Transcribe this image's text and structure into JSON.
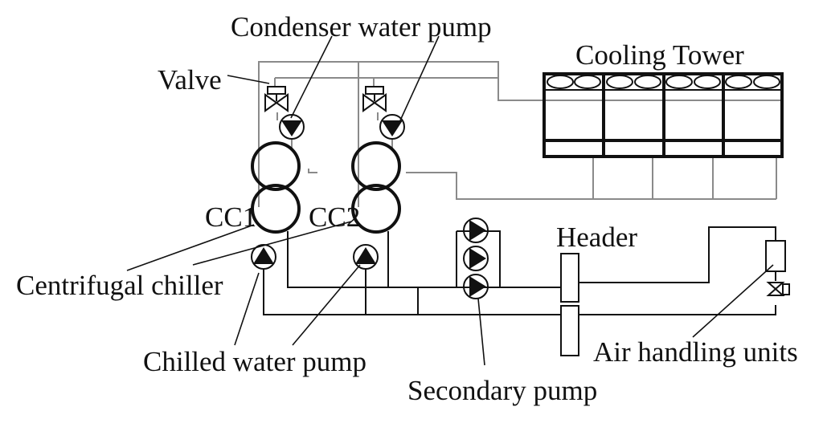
{
  "labels": {
    "condenser_water_pump": "Condenser water pump",
    "cooling_tower": "Cooling Tower",
    "valve": "Valve",
    "cc1": "CC1",
    "cc2": "CC2",
    "header": "Header",
    "centrifugal_chiller": "Centrifugal chiller",
    "chilled_water_pump": "Chilled water pump",
    "air_handling_units": "Air handling units",
    "secondary_pump": "Secondary pump"
  },
  "colors": {
    "condenser_piping": "#8a8a8a",
    "chilled_piping": "#111111"
  }
}
